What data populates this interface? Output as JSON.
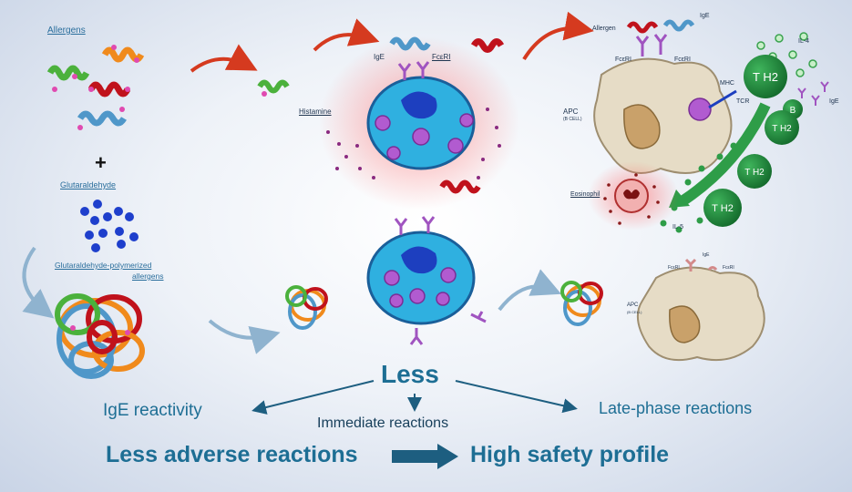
{
  "labels": {
    "allergens": "Allergens",
    "plus": "+",
    "glutaraldehyde": "Glutaraldehyde",
    "polymerized_line1": "Glutaraldehyde-polymerized",
    "polymerized_line2": "allergens",
    "ige_mast": "IgE",
    "fceri_mast": "FcεRI",
    "histamine": "Histamine",
    "allergen_top": "Allergen",
    "ige_top": "IgE",
    "fceri_left": "FcεRI",
    "fceri_right": "FcεRI",
    "apc": "APC",
    "apc_sub": "(B CELL)",
    "mhc": "MHC",
    "tcr": "TCR",
    "il4": "IL-4",
    "b_cell": "B",
    "ige_right": "IgE",
    "eosinophil": "Eosinophil",
    "il5": "IL-5",
    "th2": "T H2",
    "ige_bottom": "IgE",
    "fceri_bottom_left": "FcεRI",
    "fceri_bottom_right": "FcεRI",
    "apc_bottom": "APC",
    "apc_bottom_sub": "(B CELL)"
  },
  "summary": {
    "less": "Less",
    "ige_reactivity": "IgE reactivity",
    "immediate_reactions": "Immediate reactions",
    "late_phase_reactions": "Late-phase reactions",
    "less_adverse": "Less adverse reactions",
    "high_safety": "High safety profile"
  },
  "colors": {
    "cell_blue": "#2fb0e0",
    "nucleus": "#1d3fbf",
    "granule": "#b15bd0",
    "th2_green": "#1f8a3c",
    "apc_beige": "#e6dcc6",
    "arrow_red": "#d53a1f",
    "text_blue": "#1d6e94"
  }
}
